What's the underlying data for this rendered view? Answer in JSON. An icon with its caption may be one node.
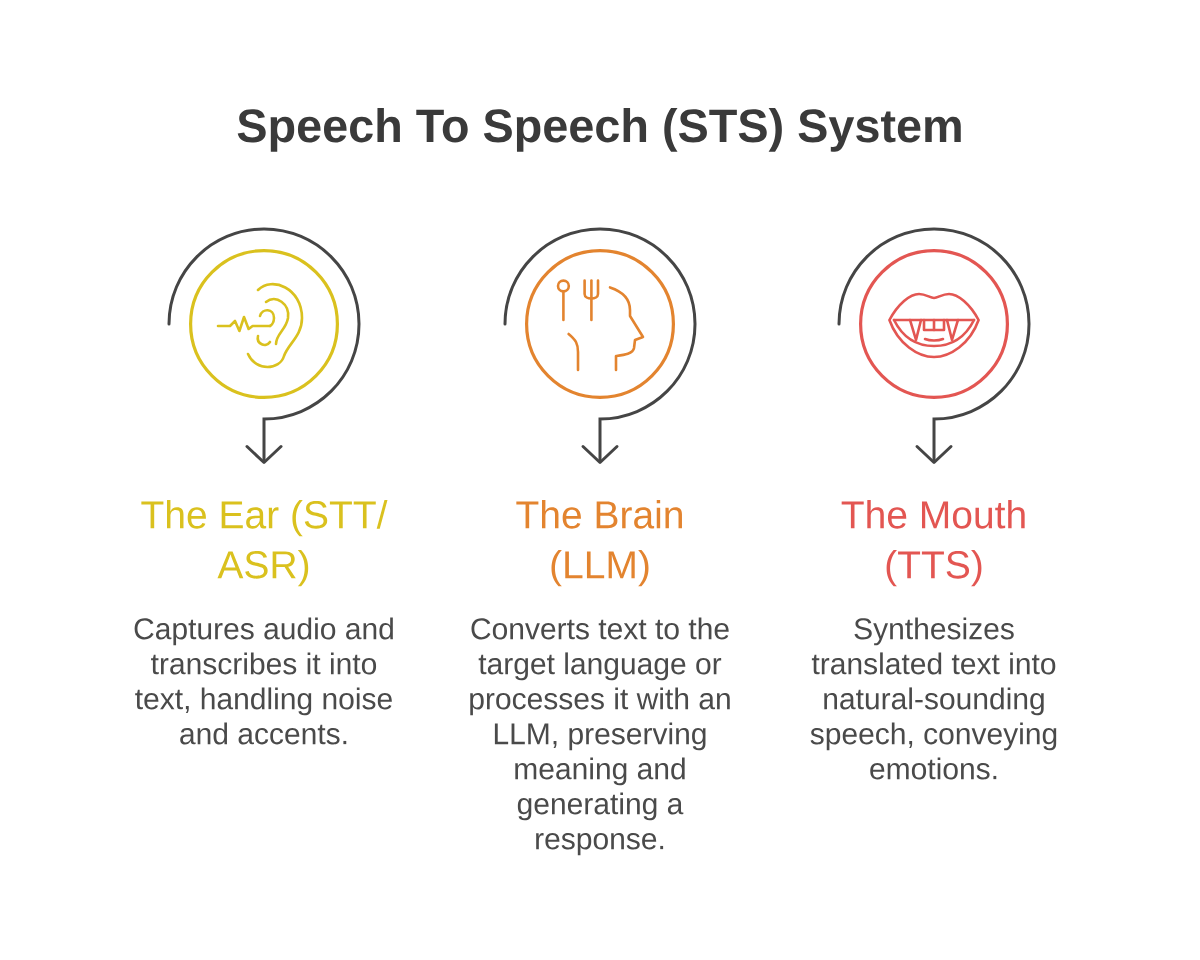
{
  "diagram": {
    "title": "Speech To Speech (STS) System",
    "nodes": [
      {
        "text": [],
        "shape": "circle"
      },
      {
        "text": [
          "The Ear (STT/ASR)",
          "Captures audio and transcribes it into text, handling noise and accents."
        ]
      },
      {
        "text": [],
        "shape": "circle"
      },
      {
        "text": [
          "The Brain (LLM)",
          "Converts text to the target language or processes it with an LLM, preserving meaning and generating a response."
        ]
      },
      {
        "text": [],
        "shape": "circle"
      },
      {
        "text": [
          "The Mouth (TTS)",
          "Synthesizes translated text into natural-sounding speech, conveying emotions."
        ]
      }
    ],
    "edges": [
      {
        "from": 0,
        "to": 1,
        "arrow": "to"
      },
      {
        "from": 2,
        "to": 3,
        "arrow": "to"
      },
      {
        "from": 4,
        "to": 5,
        "arrow": "to"
      }
    ]
  }
}
